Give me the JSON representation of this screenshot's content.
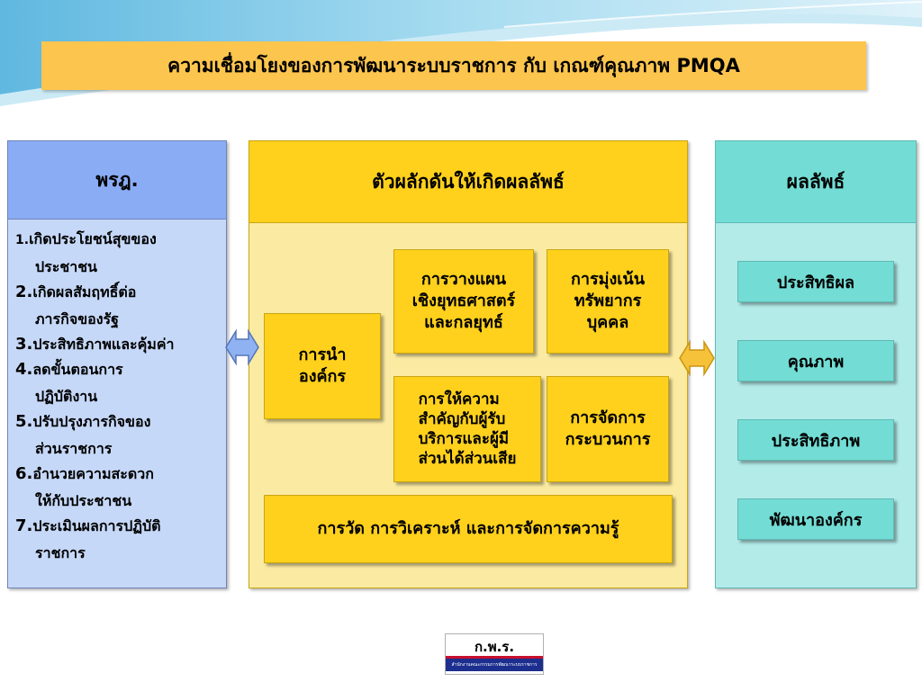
{
  "title": "ความเชื่อมโยงของการพัฒนาระบบราชการ กับ เกณฑ์คุณภาพ PMQA",
  "colors": {
    "title_bg": "#fcc54e",
    "left_head": "#8aacf5",
    "left_body": "#c6d8f8",
    "middle_head": "#ffd11c",
    "middle_body": "#fbeba2",
    "right_head": "#73ddd5",
    "right_body": "#b3ebe9"
  },
  "left_panel": {
    "heading": "พรฎ.",
    "items": [
      {
        "num": "1.",
        "line1": "เกิดประโยชน์สุขของ",
        "line2": "ประชาชน"
      },
      {
        "num": "2.",
        "line1": "เกิดผลสัมฤทธิ์ต่อ",
        "line2": "ภารกิจของรัฐ"
      },
      {
        "num": "3.",
        "line1": "ประสิทธิภาพและคุ้มค่า",
        "line2": ""
      },
      {
        "num": "4.",
        "line1": "ลดขั้นตอนการ",
        "line2": "ปฏิบัติงาน"
      },
      {
        "num": "5.",
        "line1": "ปรับปรุงภารกิจของ",
        "line2": "ส่วนราชการ"
      },
      {
        "num": "6.",
        "line1": "อำนวยความสะดวก",
        "line2": "ให้กับประชาชน"
      },
      {
        "num": "7.",
        "line1": "ประเมินผลการปฏิบัติ",
        "line2": "ราชการ"
      }
    ]
  },
  "middle_panel": {
    "heading": "ตัวผลักดันให้เกิดผลลัพธ์",
    "leadership": "การนำ\nองค์กร",
    "strategic_planning": "การวางแผน\nเชิงยุทธศาสตร์\nและกลยุทธ์",
    "hr_focus": "การมุ่งเน้น\nทรัพยากร\nบุคคล",
    "customer_focus": "การให้ความ\nสำคัญกับผู้รับ\nบริการและผู้มี\nส่วนได้ส่วนเสีย",
    "process_management": "การจัดการ\nกระบวนการ",
    "measurement": "การวัด การวิเคราะห์ และการจัดการความรู้"
  },
  "right_panel": {
    "heading": "ผลลัพธ์",
    "items": [
      "ประสิทธิผล",
      "คุณภาพ",
      "ประสิทธิภาพ",
      "พัฒนาองค์กร"
    ]
  },
  "logo": {
    "text": "ก.พ.ร.",
    "subtext": "สำนักงานคณะกรรมการพัฒนาระบบราชการ"
  }
}
